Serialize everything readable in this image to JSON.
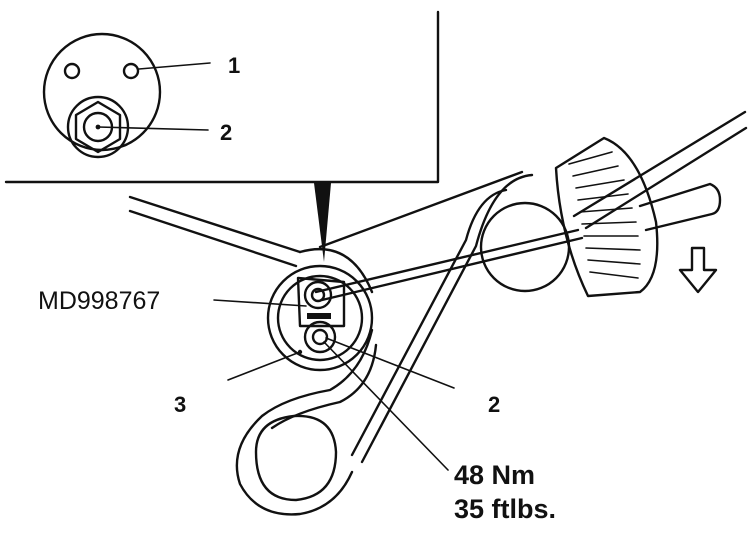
{
  "labels": {
    "inset_callout_1": "1",
    "inset_callout_2": "2",
    "tool_number": "MD998767",
    "callout_3": "3",
    "callout_2": "2",
    "torque_nm": "48 Nm",
    "torque_ftlbs": "35 ftlbs."
  },
  "colors": {
    "line": "#111111",
    "background": "#ffffff"
  },
  "icons": {
    "arrow": "arrow-down-icon"
  }
}
